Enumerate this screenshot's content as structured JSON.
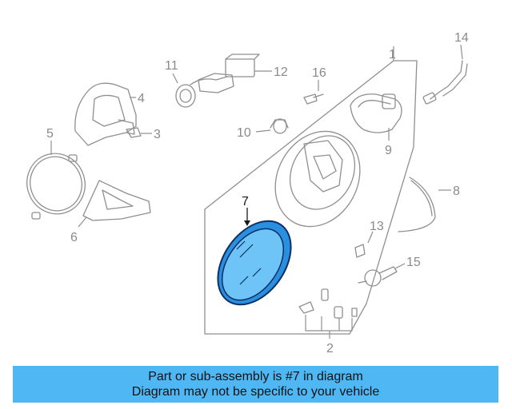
{
  "diagram": {
    "callouts": {
      "c1": "1",
      "c2": "2",
      "c3": "3",
      "c4": "4",
      "c5": "5",
      "c6": "6",
      "c7": "7",
      "c8": "8",
      "c9": "9",
      "c10": "10",
      "c11": "11",
      "c12": "12",
      "c13": "13",
      "c14": "14",
      "c15": "15",
      "c16": "16"
    },
    "highlight_part": "7",
    "colors": {
      "highlight_fill": "#3d9fe8",
      "highlight_stroke": "#0c2f63",
      "line": "#8f8f8f",
      "banner": "#4fb8f4"
    }
  },
  "banner": {
    "line1": "Part or sub-assembly is #7 in diagram",
    "line2": "Diagram may not be specific to your vehicle"
  }
}
